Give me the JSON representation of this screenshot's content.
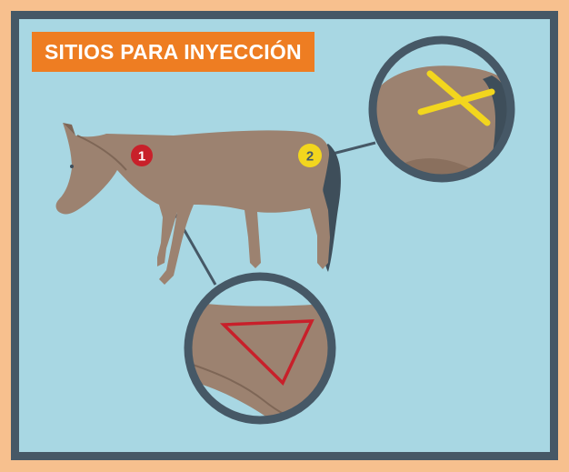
{
  "title": "SITIOS PARA INYECCIÓN",
  "sites": [
    {
      "number": "1",
      "color": "#c8202a",
      "text_color": "#ffffff",
      "marker_shape": "triangle"
    },
    {
      "number": "2",
      "color": "#f2d61e",
      "text_color": "#465866",
      "marker_shape": "cross"
    }
  ],
  "colors": {
    "page_background": "#f7c08e",
    "panel_background": "#a8d7e3",
    "border": "#465866",
    "title_background": "#ee7d22",
    "horse_body": "#9c8270",
    "horse_tail": "#3e4e5a"
  }
}
